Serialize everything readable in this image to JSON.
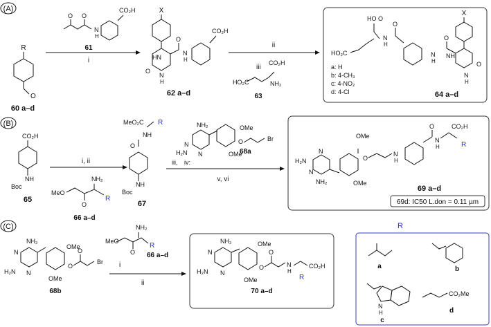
{
  "sections": [
    {
      "label": "(A)"
    },
    {
      "label": "(B)"
    },
    {
      "label": "(C)"
    }
  ],
  "scheme_a": {
    "sm_sub": "R",
    "sm_atom": "O",
    "sm_num": "60 a–d",
    "reagent_num": "61",
    "reagent_o1": "O",
    "reagent_o2": "O",
    "reagent_nh": "N",
    "reagent_h": "H",
    "reagent_acid": "CO₂H",
    "step1": "i",
    "int_x": "X",
    "int_acid": "CO₂H",
    "int_o": "O",
    "int_nh": "N",
    "int_h": "H",
    "int_o2": "O",
    "int_hn": "HN",
    "int_n": "N",
    "int_h2": "H",
    "int_num": "62 a–d",
    "step2": "ii",
    "step3": "iii",
    "glu_acid": "CO₂H",
    "glu_ho": "HO₂C",
    "glu_nh2": "NH₂",
    "glu_num": "63",
    "prod_x": "X",
    "prod_ho": "HO",
    "prod_o": "O",
    "prod_o2": "O",
    "prod_ho2c": "HO₂C",
    "prod_nh": "N",
    "prod_h": "H",
    "prod_nh2": "N",
    "prod_h2": "H",
    "prod_o3": "O",
    "prod_o4": "O",
    "prod_nh3": "NH",
    "prod_n": "N",
    "prod_h3": "H",
    "prod_num": "64 a–d",
    "legend": [
      "a: H",
      "b: 4-CH₃",
      "c: 4-NO₂",
      "d: 4-Cl"
    ]
  },
  "scheme_b": {
    "sm_acid": "CO₂H",
    "sm_nh": "NH",
    "sm_boc": "Boc",
    "sm_num": "65",
    "step": "i, ii",
    "aa_ome": "MeO",
    "aa_nh2": "NH₂",
    "aa_o": "O",
    "aa_r": "R",
    "aa_num": "66 a–d",
    "int_meo2c": "MeO₂C",
    "int_r": "R",
    "int_nh": "NH",
    "int_o": "O",
    "int_nh2": "NH",
    "int_boc": "Boc",
    "int_num": "67",
    "step3": "iii,",
    "step4": "iv:",
    "pyr_nh2": "NH₂",
    "pyr_n1": "N",
    "pyr_h2n": "H₂N",
    "pyr_n2": "N",
    "pyr_ome1": "OMe",
    "pyr_o": "O",
    "pyr_br": "Br",
    "pyr_ome2": "OMe",
    "pyr_num": "68a",
    "step5": "v, vi",
    "prod_h2n": "H₂N",
    "prod_n1": "N",
    "prod_n2": "N",
    "prod_nh2": "NH₂",
    "prod_ome1": "OMe",
    "prod_o": "O",
    "prod_nh": "H",
    "prod_n3": "N",
    "prod_ome2": "OMe",
    "prod_o2": "O",
    "prod_co2h": "CO₂H",
    "prod_n4": "N",
    "prod_h4": "H",
    "prod_r": "R",
    "prod_num": "69 a–d",
    "ic50": "69d: IC50 L.don = 0.11 µm"
  },
  "scheme_c": {
    "sm_nh2": "NH₂",
    "sm_n1": "N",
    "sm_h2n": "H₂N",
    "sm_n2": "N",
    "sm_ome1": "OMe",
    "sm_o": "O",
    "sm_o2": "O",
    "sm_br": "Br",
    "sm_ome2": "OMe",
    "sm_num": "68b",
    "aa_nh2": "NH₂",
    "aa_meo": "MeO",
    "aa_o": "O",
    "aa_r": "R",
    "aa_num": "66 a–d",
    "step1": "i",
    "step2": "ii",
    "prod_nh2": "NH₂",
    "prod_n1": "N",
    "prod_h2n": "H₂N",
    "prod_n2": "N",
    "prod_ome1": "OMe",
    "prod_o": "O",
    "prod_o2": "O",
    "prod_n3": "N",
    "prod_h3": "H",
    "prod_co2h": "CO₂H",
    "prod_ome2": "OMe",
    "prod_r": "R",
    "prod_num": "70 a–d"
  },
  "r_groups": {
    "title": "R",
    "items": [
      {
        "label": "a"
      },
      {
        "label": "b"
      },
      {
        "label": "c",
        "n": "N",
        "h": "H"
      },
      {
        "label": "d",
        "ester": "CO₂Me"
      }
    ]
  }
}
